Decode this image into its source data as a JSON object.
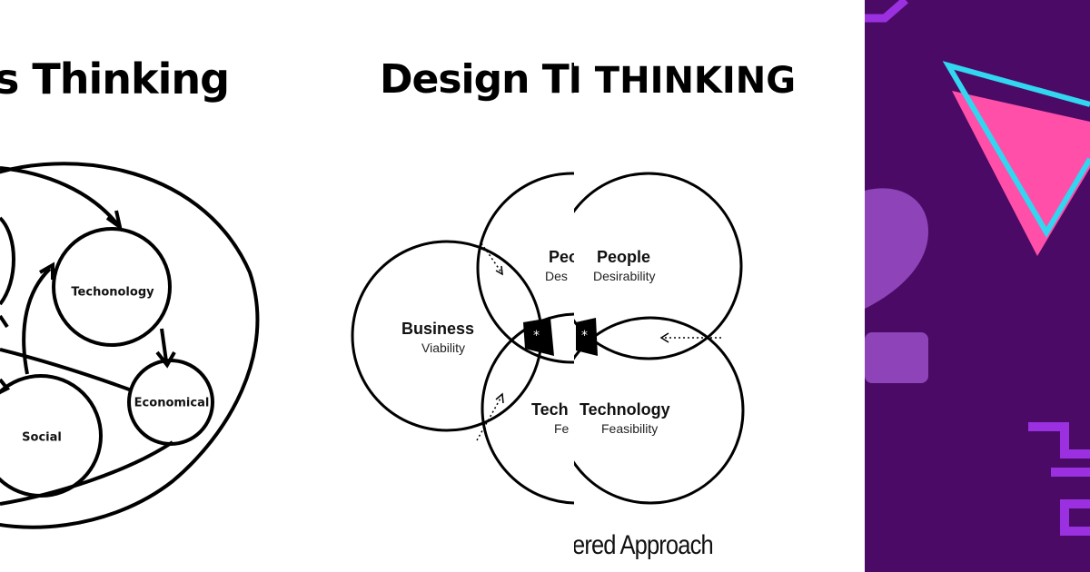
{
  "panels": {
    "systems": {
      "title": "s Thinking",
      "nodes": [
        "Techonology",
        "Economical",
        "Social"
      ]
    },
    "design": {
      "title": "Design Thi",
      "business_title": "Business",
      "business_sub": "Viability",
      "people_title_partial": "Peo",
      "people_sub_partial": "Des",
      "tech_title_partial": "Tech",
      "tech_sub_partial": "Fe",
      "sweet_spot": "*"
    },
    "human": {
      "title": "I THINKING",
      "people_title": "People",
      "people_sub": "Desirability",
      "tech_title": "Technology",
      "tech_sub": "Feasibility",
      "sweet_spot": "*",
      "footer": "ered Approach"
    }
  },
  "colors": {
    "purple_bg": "#4a0a66",
    "pink": "#ff4fa8",
    "cyan": "#33d6f0",
    "violet_zigzag": "#9b30e0",
    "ghost_shape": "#8e44b8"
  }
}
